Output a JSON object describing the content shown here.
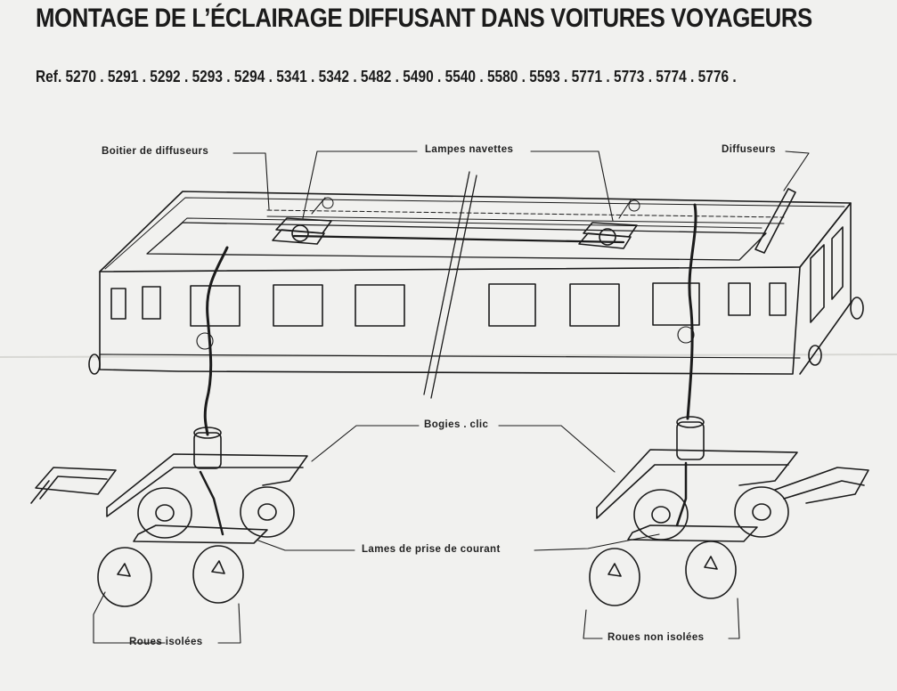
{
  "title": "MONTAGE DE L’ÉCLAIRAGE DIFFUSANT DANS VOITURES VOYAGEURS",
  "references": "Ref. 5270 . 5291 . 5292 . 5293 . 5294 . 5341 . 5342 . 5482 . 5490 . 5540 . 5580 . 5593 . 5771 . 5773 . 5774 . 5776 .",
  "labels": {
    "boitier_diffuseurs": "Boitier de diffuseurs",
    "lampes_navettes": "Lampes navettes",
    "diffuseurs": "Diffuseurs",
    "bogies_clic": "Bogies . clic",
    "lames_prise_courant": "Lames de prise de courant",
    "roues_isolees": "Roues isolées",
    "roues_non_isolees": "Roues non isolées"
  },
  "colors": {
    "ink": "#1b1b1b",
    "paper": "#f1f1ef"
  }
}
